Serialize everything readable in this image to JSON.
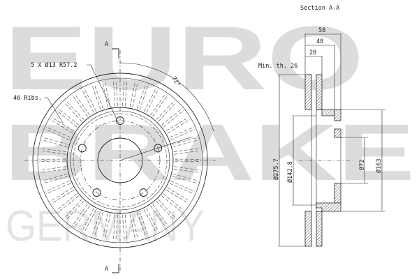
{
  "watermark": {
    "brand_line1": "EURO",
    "brand_line2": "BRAKE",
    "brand_line3": "GERMANY"
  },
  "front_view": {
    "section_marker_top": "A",
    "section_marker_bottom": "A",
    "bolt_pattern": "5 X Ø13 R57.2",
    "ribs": "46 Ribs.",
    "angle": "72°",
    "bolt_count": 5,
    "rib_count": 46
  },
  "section_view": {
    "title": "Section A-A",
    "min_thickness": "Min. th. 26",
    "dims": {
      "width_58": "58",
      "width_48": "48",
      "width_28": "28",
      "dia_outer": "Ø275.7",
      "dia_inner": "Ø142.8",
      "dia_hub": "Ø72",
      "dia_hat": "Ø163"
    }
  },
  "colors": {
    "line": "#222222",
    "watermark": "#dcdcdc",
    "background": "#ffffff"
  }
}
